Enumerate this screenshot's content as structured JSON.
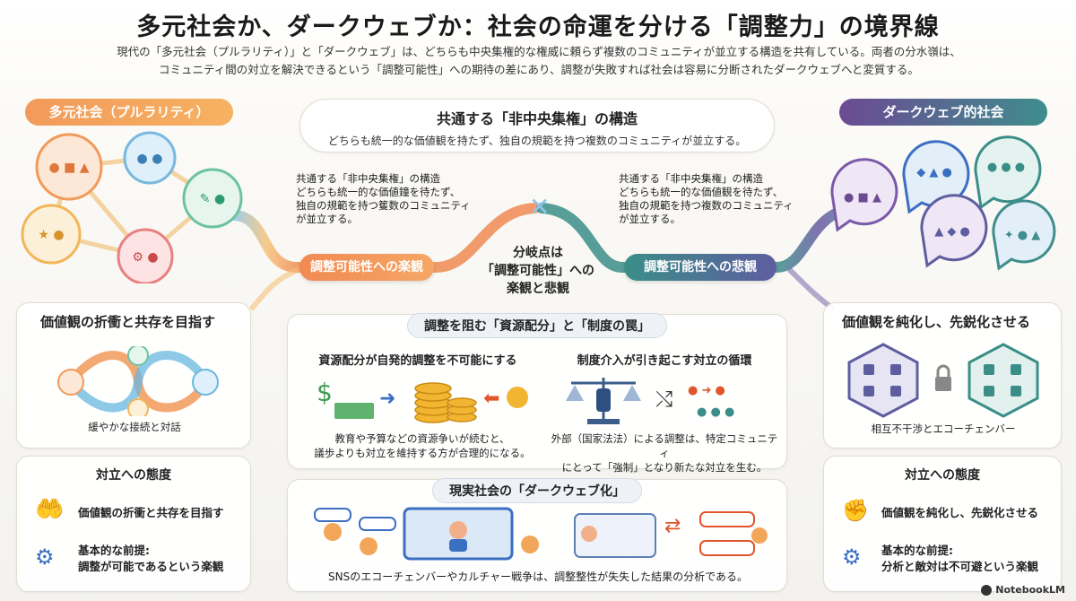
{
  "title": "多元社会か、ダークウェブか：社会の命運を分ける「調整力」の境界線",
  "subtitle_line1": "現代の「多元社会（プルラリティ）」と「ダークウェブ」は、どちらも中央集権的な権威に頼らず複数のコミュニティが並立する構造を共有している。両者の分水嶺は、",
  "subtitle_line2": "コミュニティ間の対立を解決できるという「調整可能性」への期待の差にあり、調整が失敗すれば社会は容易に分断されたダークウェブへと変質する。",
  "left": {
    "label": "多元社会（プルラリティ）",
    "card1_title": "価値観の折衝と共存を目指す",
    "card1_caption": "緩やかな接続と対話",
    "card2_title": "対立への態度",
    "item1": "価値観の折衝と共存を目指す",
    "item2_line1": "基本的な前提:",
    "item2_line2": "調整が可能であるという楽観"
  },
  "right": {
    "label": "ダークウェブ的社会",
    "card1_title": "価値観を純化し、先鋭化させる",
    "card1_caption": "相互不干渉とエコーチェンバー",
    "card2_title": "対立への態度",
    "item1": "価値観を純化し、先鋭化させる",
    "item2_line1": "基本的な前提:",
    "item2_line2": "分析と敵対は不可避という楽観"
  },
  "center": {
    "top_heading": "共通する「非中央集権」の構造",
    "top_sub": "どちらも統一的な価値観を持たず、独自の規範を持つ複数のコミュニティが並立する。",
    "note_left": [
      "共通する「非中央集権」の構造",
      "どちらも統一的な価値鐘を待たず、",
      "独自の規範を持つ篗数のコミュニティ",
      "が並立する。"
    ],
    "note_right": [
      "共通する「非中央集権」の構造",
      "どちらも統一的な価値観を待たず、",
      "独自の規範を持つ複数のコミュニティ",
      "が並立する。"
    ],
    "pill_optimism": "調整可能性への楽観",
    "pill_pessimism": "調整可能性への悲観",
    "branch": [
      "分岐点は",
      "「調整可能性」への",
      "楽観と悲観"
    ],
    "mid_heading": "調整を阻む「資源配分」と「制度の罠」",
    "mid_left_title": "資源配分が自発的調整を不可能にする",
    "mid_left_caption": [
      "教育や予算などの資源争いが続むと、",
      "議歩よりも対立を維持する方が合理的になる。"
    ],
    "mid_right_title": "制度介入が引き起こす対立の循環",
    "mid_right_caption": [
      "外部（国家法法）による調整は、特定コミュニティ",
      "にとって「強制」となり新たな対立を生む。"
    ],
    "bottom_heading": "現実社会の「ダークウェブ化」",
    "bottom_caption": "SNSのエコーチェンバーやカルチャー戦争は、調整整性が失失した結果の分析である。"
  },
  "logo": "NotebookLM",
  "colors": {
    "orange": "#f29a5b",
    "purple": "#6c4a94",
    "teal": "#3f8d8c",
    "blue": "#3b6fc2"
  }
}
